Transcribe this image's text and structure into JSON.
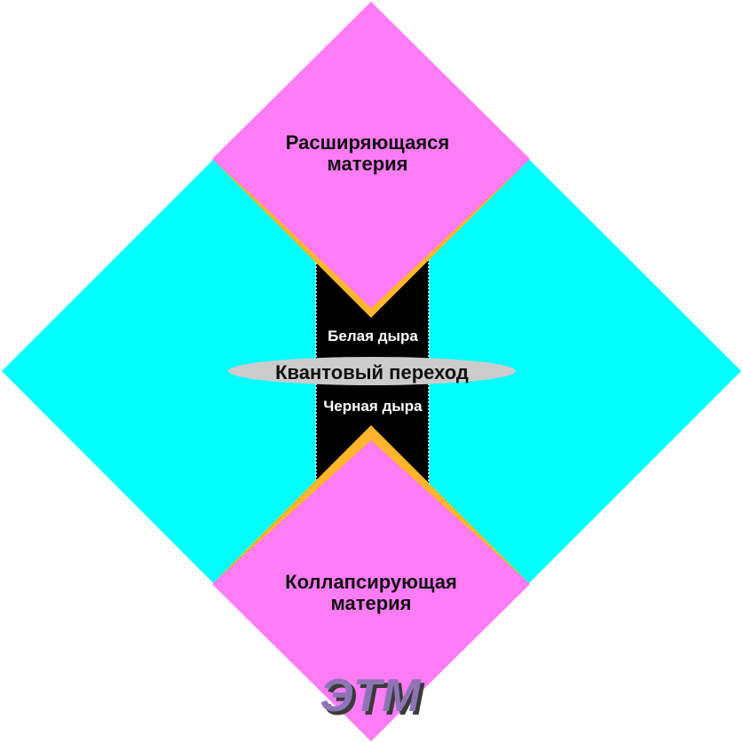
{
  "diagram": {
    "regions": {
      "expanding_matter": [
        "Расширяющаяся",
        "материя"
      ],
      "collapsing_matter": [
        "Коллапсирующая",
        "материя"
      ],
      "white_hole": "Белая дыра",
      "black_hole": "Черная дыра",
      "quantum_transition": "Квантовый переход"
    },
    "logo": "ЭТМ",
    "colors": {
      "cyan": "#00ffff",
      "magenta": "#ff7cf6",
      "orange": "#ffb62c",
      "black": "#000000",
      "lens_gray": "#cccccc",
      "logo_purple": "#8e74b5"
    }
  }
}
